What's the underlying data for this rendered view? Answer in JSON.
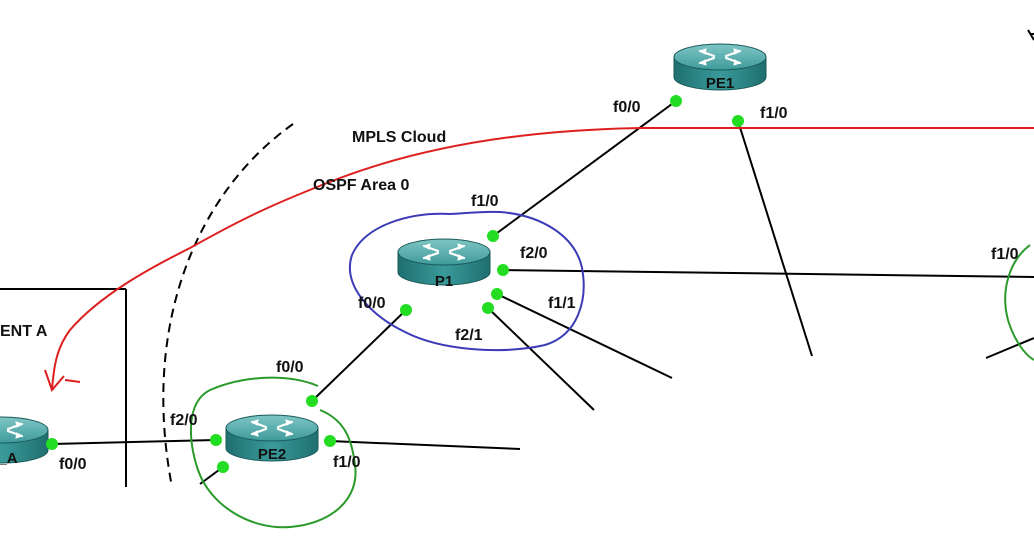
{
  "annotations": {
    "mpls_cloud": "MPLS Cloud",
    "ospf_area": "OSPF Area 0",
    "client": "ENT A"
  },
  "routers": {
    "pe1": {
      "name": "PE1",
      "icon": "router-icon"
    },
    "p1": {
      "name": "P1",
      "icon": "router-icon"
    },
    "pe2": {
      "name": "PE2",
      "icon": "router-icon"
    },
    "ce_a": {
      "name": "_A",
      "icon": "router-icon"
    }
  },
  "interfaces": {
    "pe1_f00": "f0/0",
    "pe1_f10": "f1/0",
    "p1_f10": "f1/0",
    "p1_f20": "f2/0",
    "p1_f11": "f1/1",
    "p1_f21": "f2/1",
    "p1_f00": "f0/0",
    "pe2_f00": "f0/0",
    "pe2_f20": "f2/0",
    "pe2_f10": "f1/0",
    "ce_f00": "f0/0",
    "right_f10": "f1/0"
  },
  "colors": {
    "link": "#000000",
    "port_up": "#22dd22",
    "mpls_annotation": "#dd1f1f",
    "p1_circle": "#3b3bb8",
    "pe_circle": "#2a9a2a",
    "router_body": "#2e8b8b"
  }
}
